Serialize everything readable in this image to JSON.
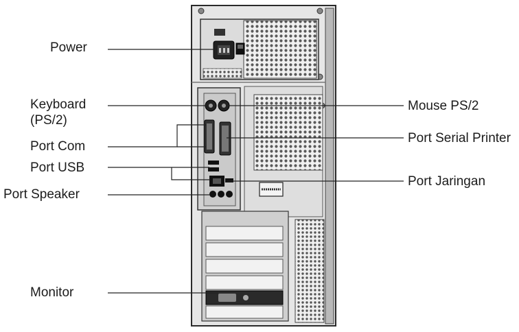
{
  "diagram": {
    "labels_left": [
      {
        "id": "power",
        "text": "Power"
      },
      {
        "id": "keyboard",
        "text": "Keyboard\n(PS/2)"
      },
      {
        "id": "port-com",
        "text": "Port Com"
      },
      {
        "id": "port-usb",
        "text": "Port USB"
      },
      {
        "id": "port-speaker",
        "text": "Port Speaker"
      },
      {
        "id": "monitor",
        "text": "Monitor"
      }
    ],
    "labels_right": [
      {
        "id": "mouse-ps2",
        "text": "Mouse PS/2"
      },
      {
        "id": "port-serial-printer",
        "text": "Port Serial Printer"
      },
      {
        "id": "port-jaringan",
        "text": "Port Jaringan"
      }
    ]
  }
}
